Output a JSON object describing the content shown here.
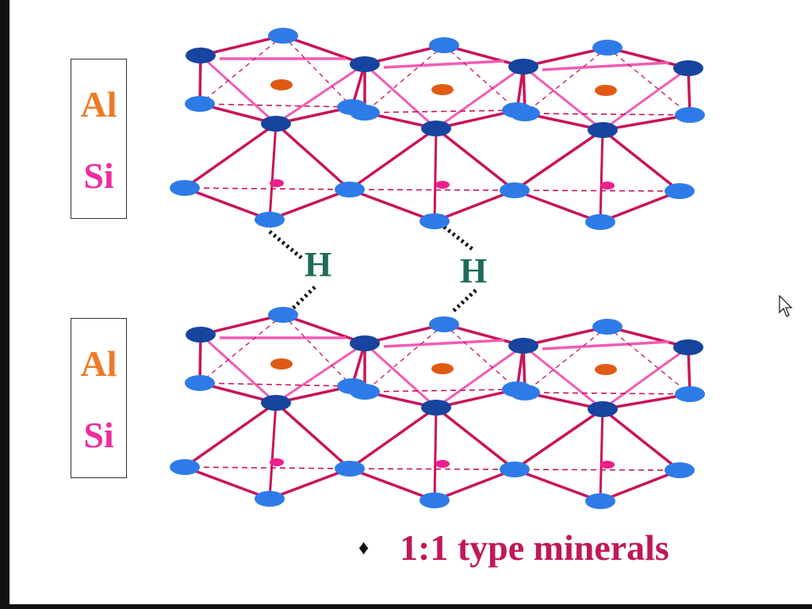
{
  "layers": [
    {
      "top_label": "Al",
      "bottom_label": "Si"
    },
    {
      "top_label": "Al",
      "bottom_label": "Si"
    }
  ],
  "bonds": [
    {
      "label": "H"
    },
    {
      "label": "H"
    }
  ],
  "caption": {
    "bullet": "♦",
    "text": "1:1 type minerals"
  },
  "colors": {
    "oxygen": "#2e7be8",
    "oxygen_dark": "#16449e",
    "aluminum_cation": "#e05a14",
    "silicon_cation": "#ee1e8c",
    "octahedral_edge": "#f25cb4",
    "tetrahedral_edge": "#c8145a",
    "al_label": "#f07a28",
    "si_label": "#ee2ea0",
    "h_label": "#1e6b5a",
    "caption": "#c0185a"
  },
  "icons": {
    "cursor": "mouse-pointer-icon"
  }
}
